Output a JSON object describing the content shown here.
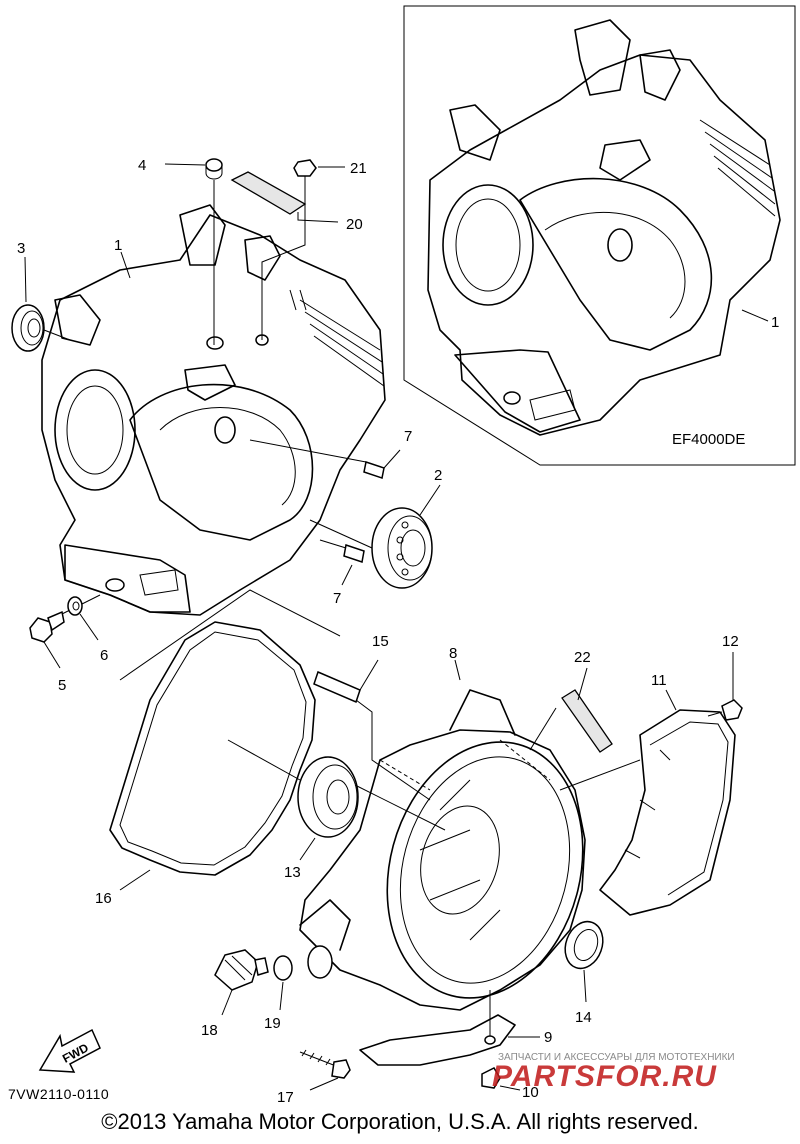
{
  "callouts": {
    "n1a": "1",
    "n1b": "1",
    "n2": "2",
    "n3": "3",
    "n4": "4",
    "n5": "5",
    "n6": "6",
    "n7a": "7",
    "n7b": "7",
    "n8": "8",
    "n9": "9",
    "n10": "10",
    "n11": "11",
    "n12": "12",
    "n13": "13",
    "n14": "14",
    "n15": "15",
    "n16": "16",
    "n17": "17",
    "n18": "18",
    "n19": "19",
    "n20": "20",
    "n21": "21",
    "n22": "22"
  },
  "inset_label": "EF4000DE",
  "fwd_label": "FWD",
  "doc_code": "7VW2110-0110",
  "copyright": "©2013 Yamaha Motor Corporation, U.S.A. All rights reserved.",
  "watermark": {
    "tagline": "ЗАПЧАСТИ И АКСЕССУАРЫ ДЛЯ МОТОТЕХНИКИ",
    "logo": "PARTSFOR.RU",
    "color": "#c01818"
  }
}
